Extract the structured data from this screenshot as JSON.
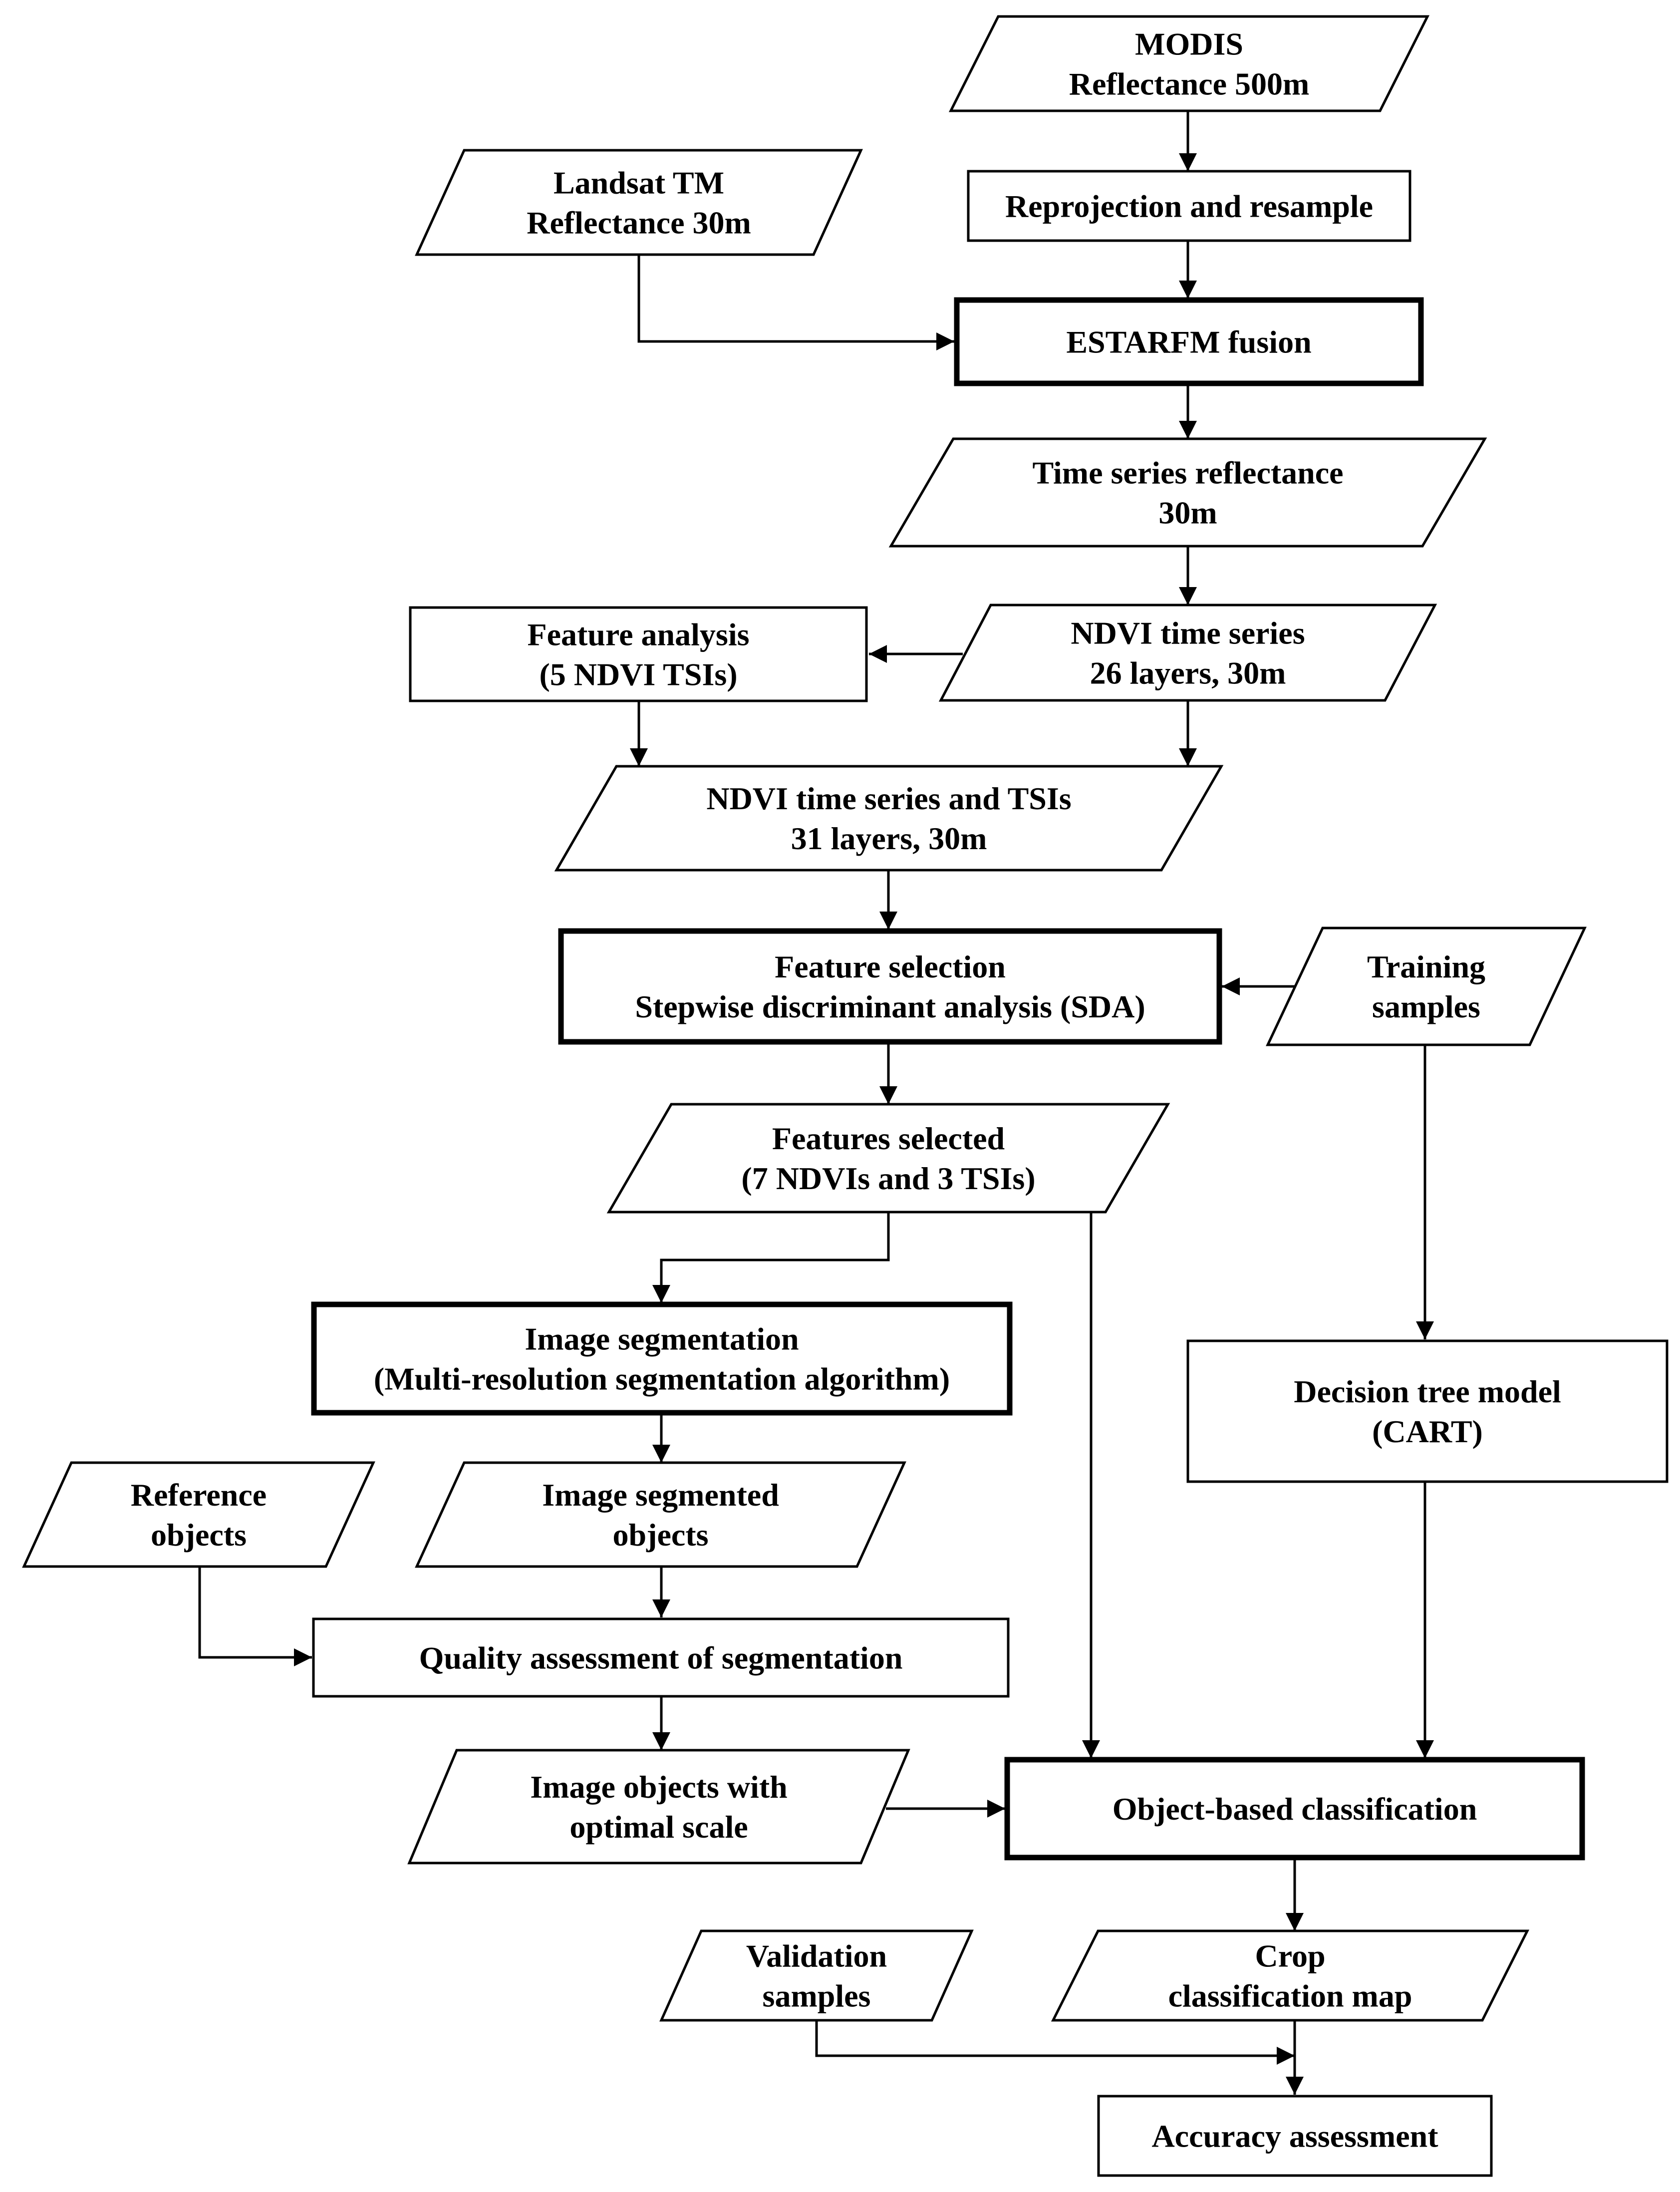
{
  "nodes": [
    {
      "id": "modis",
      "shape": "data",
      "lines": [
        "MODIS",
        "Reflectance 500m"
      ]
    },
    {
      "id": "reproject",
      "shape": "process",
      "lines": [
        "Reprojection and resample"
      ]
    },
    {
      "id": "landsat",
      "shape": "data",
      "lines": [
        "Landsat TM",
        "Reflectance 30m"
      ]
    },
    {
      "id": "estarfm",
      "shape": "key-process",
      "lines": [
        "ESTARFM fusion"
      ]
    },
    {
      "id": "ts-reflectance",
      "shape": "data",
      "lines": [
        "Time series reflectance",
        "30m"
      ]
    },
    {
      "id": "ndvi-ts",
      "shape": "data",
      "lines": [
        "NDVI time series",
        "26 layers, 30m"
      ]
    },
    {
      "id": "feature-analysis",
      "shape": "process",
      "lines": [
        "Feature analysis",
        "(5 NDVI TSIs)"
      ]
    },
    {
      "id": "ndvi-tsi",
      "shape": "data",
      "lines": [
        "NDVI time series and TSIs",
        "31 layers, 30m"
      ]
    },
    {
      "id": "feature-selection",
      "shape": "key-process",
      "lines": [
        "Feature  selection",
        "Stepwise discriminant analysis (SDA)"
      ]
    },
    {
      "id": "training",
      "shape": "data",
      "lines": [
        "Training",
        "samples"
      ]
    },
    {
      "id": "features-selected",
      "shape": "data",
      "lines": [
        "Features selected",
        "(7 NDVIs and 3 TSIs)"
      ]
    },
    {
      "id": "segmentation",
      "shape": "key-process",
      "lines": [
        "Image segmentation",
        "(Multi-resolution segmentation algorithm)"
      ]
    },
    {
      "id": "decision-tree",
      "shape": "process",
      "lines": [
        "Decision tree model",
        "(CART)"
      ]
    },
    {
      "id": "reference",
      "shape": "data",
      "lines": [
        "Reference",
        "objects"
      ]
    },
    {
      "id": "segmented",
      "shape": "data",
      "lines": [
        "Image segmented",
        "objects"
      ]
    },
    {
      "id": "quality",
      "shape": "process",
      "lines": [
        "Quality assessment of segmentation"
      ]
    },
    {
      "id": "optimal",
      "shape": "data",
      "lines": [
        "Image objects with",
        "optimal scale"
      ]
    },
    {
      "id": "obc",
      "shape": "key-process",
      "lines": [
        "Object-based classification"
      ]
    },
    {
      "id": "validation",
      "shape": "data",
      "lines": [
        "Validation",
        "samples"
      ]
    },
    {
      "id": "crop-map",
      "shape": "data",
      "lines": [
        "Crop",
        "classification map"
      ]
    },
    {
      "id": "accuracy",
      "shape": "process",
      "lines": [
        "Accuracy assessment"
      ]
    }
  ],
  "edges": [
    {
      "from": "modis",
      "to": "reproject"
    },
    {
      "from": "reproject",
      "to": "estarfm"
    },
    {
      "from": "landsat",
      "to": "estarfm"
    },
    {
      "from": "estarfm",
      "to": "ts-reflectance"
    },
    {
      "from": "ts-reflectance",
      "to": "ndvi-ts"
    },
    {
      "from": "ndvi-ts",
      "to": "feature-analysis"
    },
    {
      "from": "feature-analysis",
      "to": "ndvi-tsi"
    },
    {
      "from": "ndvi-ts",
      "to": "ndvi-tsi"
    },
    {
      "from": "ndvi-tsi",
      "to": "feature-selection"
    },
    {
      "from": "training",
      "to": "feature-selection"
    },
    {
      "from": "feature-selection",
      "to": "features-selected"
    },
    {
      "from": "features-selected",
      "to": "segmentation"
    },
    {
      "from": "features-selected",
      "to": "obc"
    },
    {
      "from": "training",
      "to": "decision-tree"
    },
    {
      "from": "decision-tree",
      "to": "obc"
    },
    {
      "from": "segmentation",
      "to": "segmented"
    },
    {
      "from": "segmented",
      "to": "quality"
    },
    {
      "from": "reference",
      "to": "quality"
    },
    {
      "from": "quality",
      "to": "optimal"
    },
    {
      "from": "optimal",
      "to": "obc"
    },
    {
      "from": "obc",
      "to": "crop-map"
    },
    {
      "from": "crop-map",
      "to": "accuracy"
    },
    {
      "from": "validation",
      "to": "accuracy"
    }
  ]
}
